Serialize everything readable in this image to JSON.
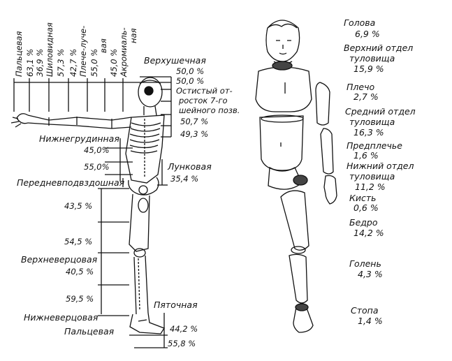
{
  "left_figure": {
    "vertical_labels": [
      {
        "id": "finger",
        "text": "Пальцевая",
        "value": "63,1 %"
      },
      {
        "id": "styloid",
        "text": "Шиловидная",
        "value": "36,9 %"
      },
      {
        "id": "styloid2",
        "value": "57,3 %"
      },
      {
        "id": "shoulder_radial",
        "text": "Плече-луче-",
        "value": "42,7 %"
      },
      {
        "id": "shoulder_radial2",
        "text": "вая",
        "value": "55,0 %"
      },
      {
        "id": "acromial",
        "text": "Акромиаль-",
        "value": "45,0 %"
      },
      {
        "id": "acromial2",
        "text": "ная"
      }
    ],
    "labels": {
      "upper_sternal": "Верхушечная",
      "v50a": "50,0 %",
      "v50b": "50,0 %",
      "spinous_1": "Остистый от-",
      "spinous_2": "росток 7-го",
      "spinous_3": "шейного позв.",
      "v507": "50,7 %",
      "v493": "49,3 %",
      "lower_sternal": "Нижнегрудинная",
      "v450": "45,0%",
      "v550": "55,0%",
      "pubic": "Лунковая",
      "v354": "35,4 %",
      "iliac": "Передневподвздошная",
      "v435": "43,5 %",
      "v545": "54,5 %",
      "upper_tibial": "Верхневерцовая",
      "v405": "40,5 %",
      "v595": "59,5 %",
      "lower_tibial": "Нижневерцовая",
      "heel": "Пяточная",
      "toe": "Пальцевая",
      "v442": "44,2 %",
      "v558": "55,8 %"
    }
  },
  "segments": [
    {
      "name": "Голова",
      "value": "6,9 %"
    },
    {
      "name": "Верхний отдел",
      "name2": "туловища",
      "value": "15,9 %"
    },
    {
      "name": "Плечо",
      "value": "2,7 %"
    },
    {
      "name": "Средний отдел",
      "name2": "туловища",
      "value": "16,3 %"
    },
    {
      "name": "Предплечье",
      "value": "1,6 %"
    },
    {
      "name": "Нижний отдел",
      "name2": "туловища",
      "value": "11,2 %"
    },
    {
      "name": "Кисть",
      "value": "0,6 %"
    },
    {
      "name": "Бедро",
      "value": "14,2 %"
    },
    {
      "name": "Голень",
      "value": "4,3 %"
    },
    {
      "name": "Стопа",
      "value": "1,4 %"
    }
  ]
}
